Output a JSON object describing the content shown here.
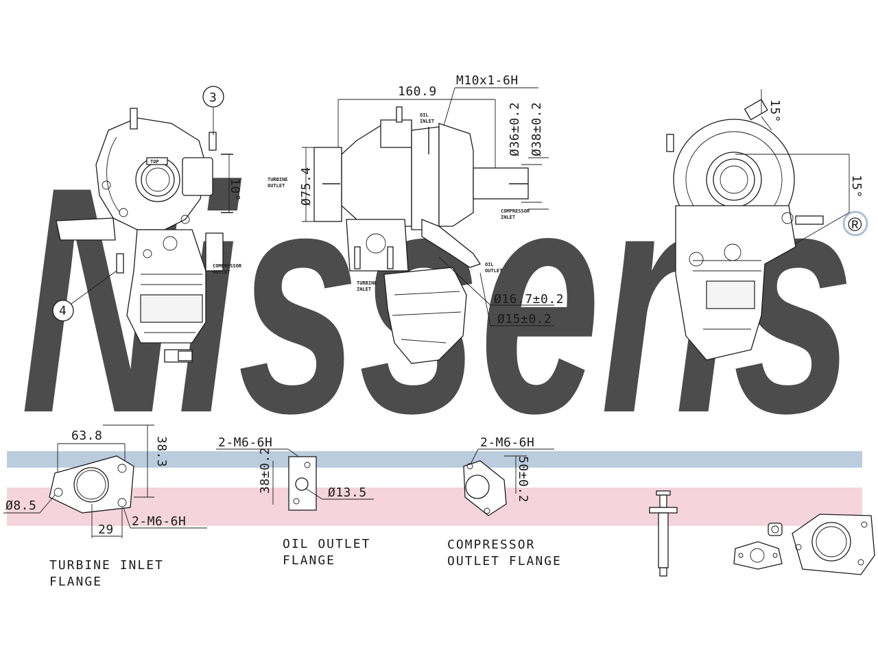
{
  "brand": {
    "watermark": "Nissens",
    "registered": "®",
    "color_blue": "#a9bfd6",
    "color_pink": "#f3c9d4"
  },
  "callouts": {
    "c3": "3",
    "c4": "4"
  },
  "dimensions": {
    "len_160_9": "160.9",
    "thread_m10": "M10x1-6H",
    "dia_36": "Ø36±0.2",
    "dia_38": "Ø38±0.2",
    "dia_75_4": "Ø75.4",
    "dim_10": "10°",
    "dim_15a": "15°",
    "dim_15b": "15°",
    "dia_16_7": "Ø16.7±0.2",
    "dia_15": "Ø15±0.2",
    "w_63_8": "63.8",
    "h_38_3": "38.3",
    "dia_8_5": "Ø8.5",
    "w_29": "29",
    "thread_turbine": "2-M6-6H",
    "thread_oil": "2-M6-6H",
    "oil_38": "38±0.2",
    "dia_13_5": "Ø13.5",
    "thread_comp": "2-M6-6H",
    "comp_50": "50±0.2"
  },
  "small_labels": {
    "turbine_outlet_1": "TURBINE",
    "turbine_outlet_2": "OUTLET",
    "compressor_outlet_1": "COMPRESSOR",
    "compressor_outlet_2": "OUTLET",
    "compressor_inlet_1": "COMPRESSOR",
    "compressor_inlet_2": "INLET",
    "oil_inlet_1": "OIL",
    "oil_inlet_2": "INLET",
    "oil_outlet_1": "OIL",
    "oil_outlet_2": "OUTLET",
    "turbine_inlet_1": "TURBINE",
    "turbine_inlet_2": "INLET",
    "top": "TOP"
  },
  "flange_labels": {
    "turbine_inlet_1": "TURBINE INLET",
    "turbine_inlet_2": "FLANGE",
    "oil_outlet_1": "OIL OUTLET",
    "oil_outlet_2": "FLANGE",
    "compressor_outlet_1": "COMPRESSOR",
    "compressor_outlet_2": "OUTLET FLANGE"
  }
}
